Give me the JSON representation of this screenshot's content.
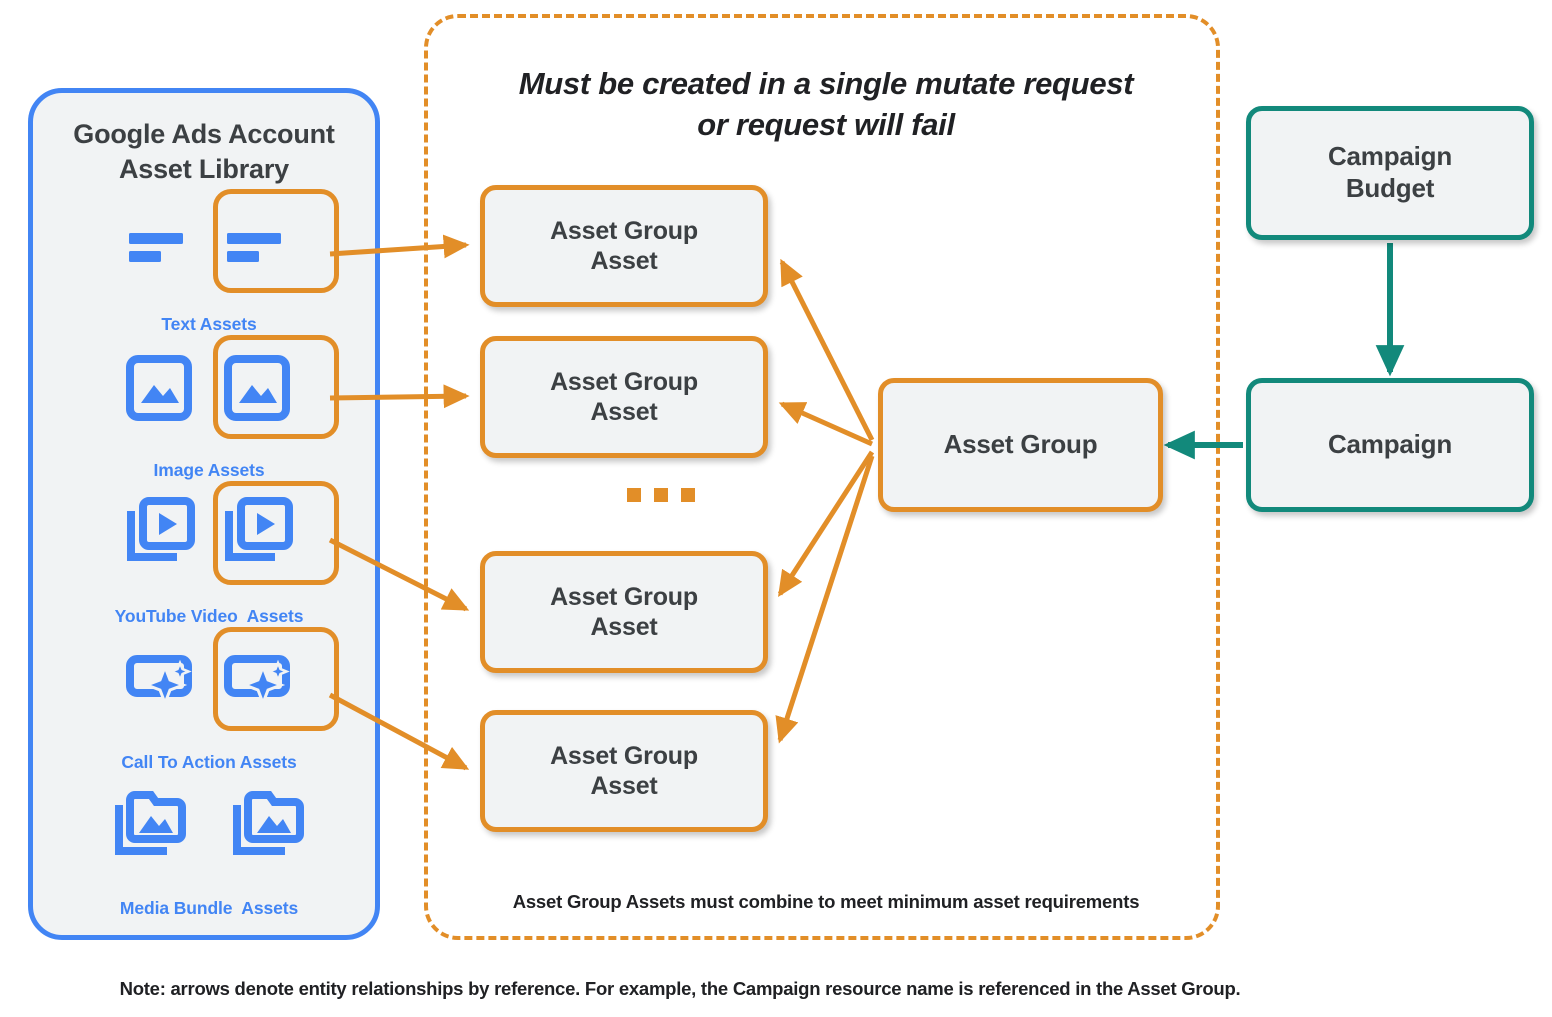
{
  "sidebar": {
    "title": "Google Ads Account\nAsset Library",
    "title_line1": "Google Ads Account",
    "title_line2": "Asset Library",
    "accent_color": "#4285F4",
    "items": [
      {
        "label": "Text Assets",
        "icon": "text-asset-icon",
        "highlighted": true
      },
      {
        "label": "Image Assets",
        "icon": "image-asset-icon",
        "highlighted": true
      },
      {
        "label": "YouTube Video  Assets",
        "icon": "video-asset-icon",
        "highlighted": true
      },
      {
        "label": "Call To Action Assets",
        "icon": "call-to-action-asset-icon",
        "highlighted": true
      },
      {
        "label": "Media Bundle  Assets",
        "icon": "media-bundle-asset-icon",
        "highlighted": false
      }
    ]
  },
  "mutate_panel": {
    "title_line1": "Must be created in a single mutate request",
    "title_line2": "or request will fail",
    "footer": "Asset Group Assets must combine to meet minimum asset requirements",
    "border_color": "#E28E28",
    "asset_group_assets": [
      {
        "label": "Asset Group\nAsset",
        "line1": "Asset Group",
        "line2": "Asset"
      },
      {
        "label": "Asset Group\nAsset",
        "line1": "Asset Group",
        "line2": "Asset"
      },
      {
        "label": "Asset Group\nAsset",
        "line1": "Asset Group",
        "line2": "Asset"
      },
      {
        "label": "Asset Group\nAsset",
        "line1": "Asset Group",
        "line2": "Asset"
      }
    ],
    "ellipsis": "..."
  },
  "nodes": {
    "asset_group": {
      "label": "Asset Group",
      "color": "#E28E28"
    },
    "campaign_budget": {
      "line1": "Campaign",
      "line2": "Budget",
      "color": "#12897B"
    },
    "campaign": {
      "label": "Campaign",
      "color": "#12897B"
    }
  },
  "note": "Note: arrows denote entity relationships by reference. For example, the Campaign resource name is referenced in the Asset Group.",
  "colors": {
    "orange": "#E28E28",
    "teal": "#12897B",
    "blue": "#4285F4",
    "node_fill": "#f1f3f4",
    "text": "#3c4043"
  }
}
